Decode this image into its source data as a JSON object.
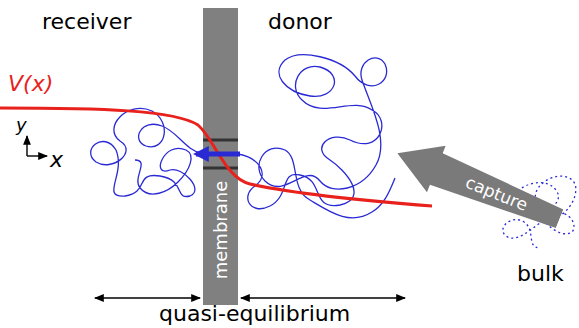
{
  "diagram": {
    "nodes": [
      {
        "text": [
          "membrane"
        ]
      },
      {
        "text": [
          "capture"
        ]
      }
    ],
    "labels": [
      "receiver",
      "donor",
      "V(x)",
      "y",
      "x",
      "bulk",
      "quasi-equilibrium"
    ]
  }
}
